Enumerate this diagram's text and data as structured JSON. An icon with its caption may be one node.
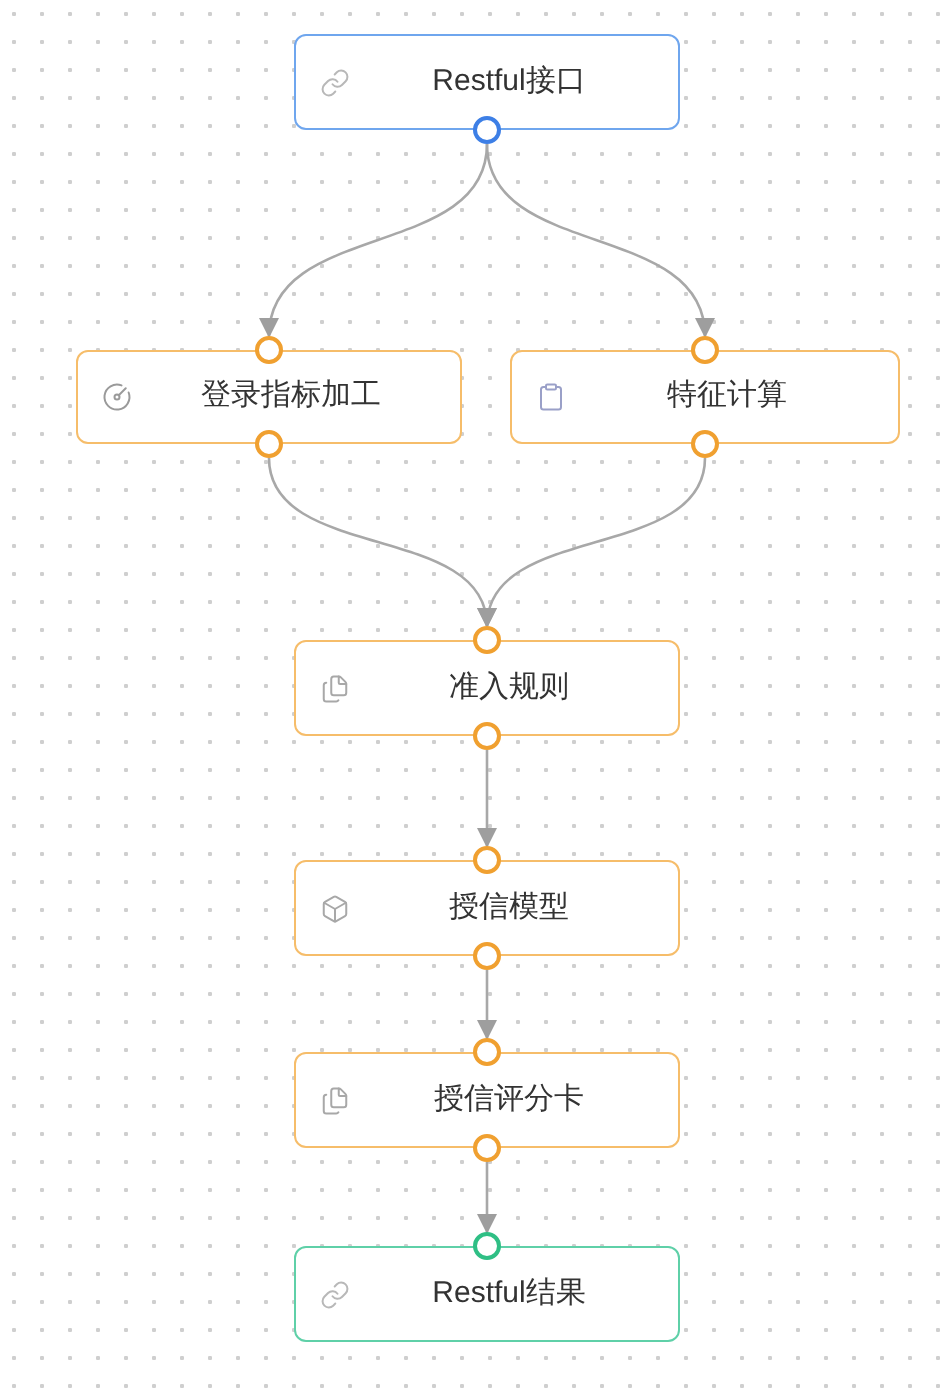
{
  "diagram": {
    "nodes": [
      {
        "text": [
          "Restful接口"
        ]
      },
      {
        "text": [
          "登录指标加工"
        ]
      },
      {
        "text": [
          "特征计算"
        ]
      },
      {
        "text": [
          "准入规则"
        ]
      },
      {
        "text": [
          "授信模型"
        ]
      },
      {
        "text": [
          "授信评分卡"
        ]
      },
      {
        "text": [
          "Restful结果"
        ]
      }
    ],
    "edges": [
      {
        "from": 0,
        "to": 1,
        "arrow": "to"
      },
      {
        "from": 0,
        "to": 2,
        "arrow": "to"
      },
      {
        "from": 1,
        "to": 3,
        "arrow": "to"
      },
      {
        "from": 2,
        "to": 3,
        "arrow": "to"
      },
      {
        "from": 3,
        "to": 4,
        "arrow": "to"
      },
      {
        "from": 4,
        "to": 5,
        "arrow": "to"
      },
      {
        "from": 5,
        "to": 6,
        "arrow": "to"
      }
    ]
  }
}
